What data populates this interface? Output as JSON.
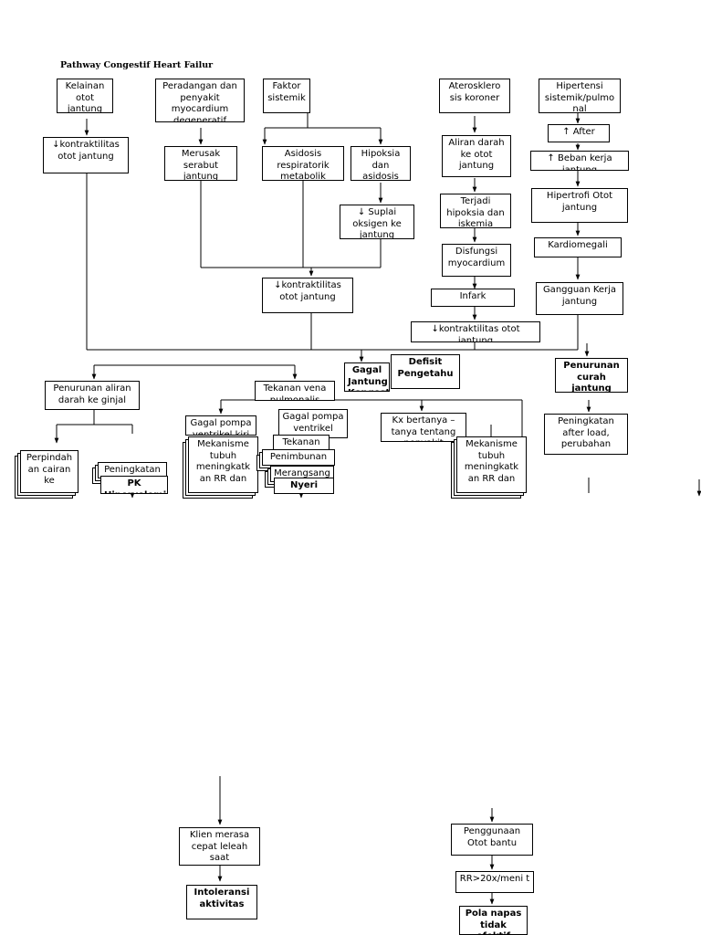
{
  "title": "Pathway Congestif Heart Failur",
  "nodes": {
    "kelainan": "Kelainan otot jantung",
    "peradangan": "Peradangan dan penyakit myocardium degeneratif",
    "faktor": "Faktor sistemik",
    "aterosklerosis": "Aterosklero sis koroner",
    "hipertensi": "Hipertensi sistemik/pulmo nal",
    "kontraktilitas1": "↓kontraktilitas otot jantung",
    "merusak": "Merusak serabut jantung",
    "asidosis": "Asidosis respiratorik metabolik",
    "hipoksia": "Hipoksia dan asidosis",
    "suplai": "↓ Suplai oksigen ke jantung",
    "aliran_darah_otot": "Aliran darah ke otot jantung",
    "terjadi_hipoksia": "Terjadi hipoksia dan iskemia",
    "disfungsi": "Disfungsi myocardium",
    "infark": "Infark",
    "after": "After",
    "beban": "Beban kerja jantung",
    "hipertrofi": "Hipertrofi Otot jantung",
    "kardiomegali": "Kardiomegali",
    "gangguan": "Gangguan Kerja jantung",
    "kontraktilitas2": "↓kontraktilitas otot jantung",
    "kontraktilitas3": "↓kontraktilitas otot jantung",
    "gagal_jantung": "Gagal Jantung Kongestif",
    "defisit": "Defisit Pengetahu",
    "penurunan_curah": "Penurunan curah jantung",
    "penurunan_aliran": "Penurunan aliran darah ke ginjal",
    "tekanan_vena": "Tekanan vena pulmonalis",
    "gagal_pompa_kiri": "Gagal pompa ventrikel kiri",
    "gagal_pompa_kanan": "Gagal pompa ventrikel kanan",
    "kx_bertanya": "Kx bertanya – tanya tentang penyakit",
    "peningkatan_after": "Peningkatan after load, perubahan",
    "perpindahan": "Perpindah an cairan ke",
    "peningkatan": "Peningkatan",
    "pk": "PK Hipervolemia",
    "mekanisme_kiri": "Mekanisme tubuh meningkatk an RR dan",
    "tekanan_small": "Tekanan",
    "penimbunan": "Penimbunan",
    "merangsang": "Merangsang",
    "nyeri": "Nyeri",
    "mekanisme_kanan": "Mekanisme tubuh meningkatk an RR dan",
    "klien_merasa": "Klien merasa cepat leleah saat beraktivitas",
    "intoleransi": "Intoleransi aktivitas",
    "penggunaan": "Penggunaan Otot bantu",
    "rr": "RR>20x/meni t",
    "pola_napas": "Pola napas tidak efektif"
  }
}
